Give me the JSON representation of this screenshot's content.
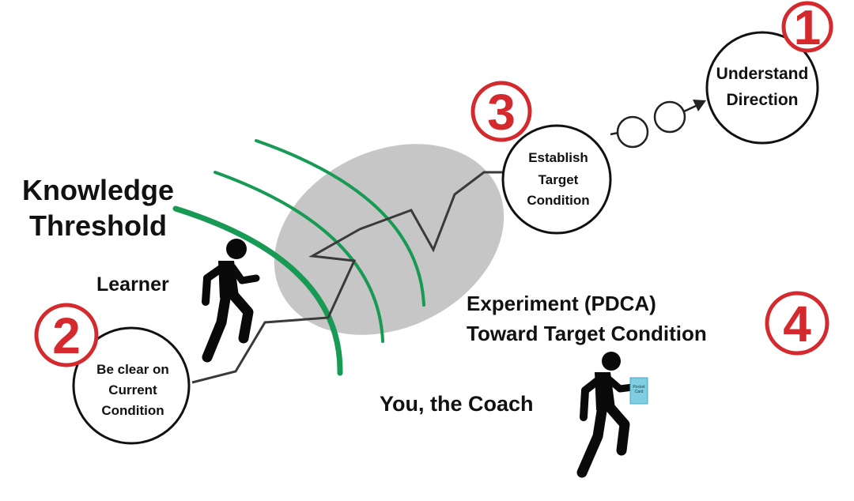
{
  "threshold": {
    "line1": "Knowledge",
    "line2": "Threshold"
  },
  "learner": {
    "label": "Learner"
  },
  "coach": {
    "label": "You, the Coach",
    "card_line1": "Pocket",
    "card_line2": "Card"
  },
  "steps": [
    {
      "number": "1",
      "lines": [
        "Understand",
        "Direction"
      ]
    },
    {
      "number": "2",
      "lines": [
        "Be clear on",
        "Current",
        "Condition"
      ]
    },
    {
      "number": "3",
      "lines": [
        "Establish",
        "Target",
        "Condition"
      ]
    },
    {
      "number": "4",
      "lines": [
        "Experiment (PDCA)",
        "Toward Target Condition"
      ]
    }
  ],
  "colors": {
    "accent_red": "#d42a2e",
    "arc_green": "#179a54",
    "zone_gray": "#c6c6c6",
    "path_gray": "#3a3a3a",
    "card_blue": "#7fcde0"
  }
}
